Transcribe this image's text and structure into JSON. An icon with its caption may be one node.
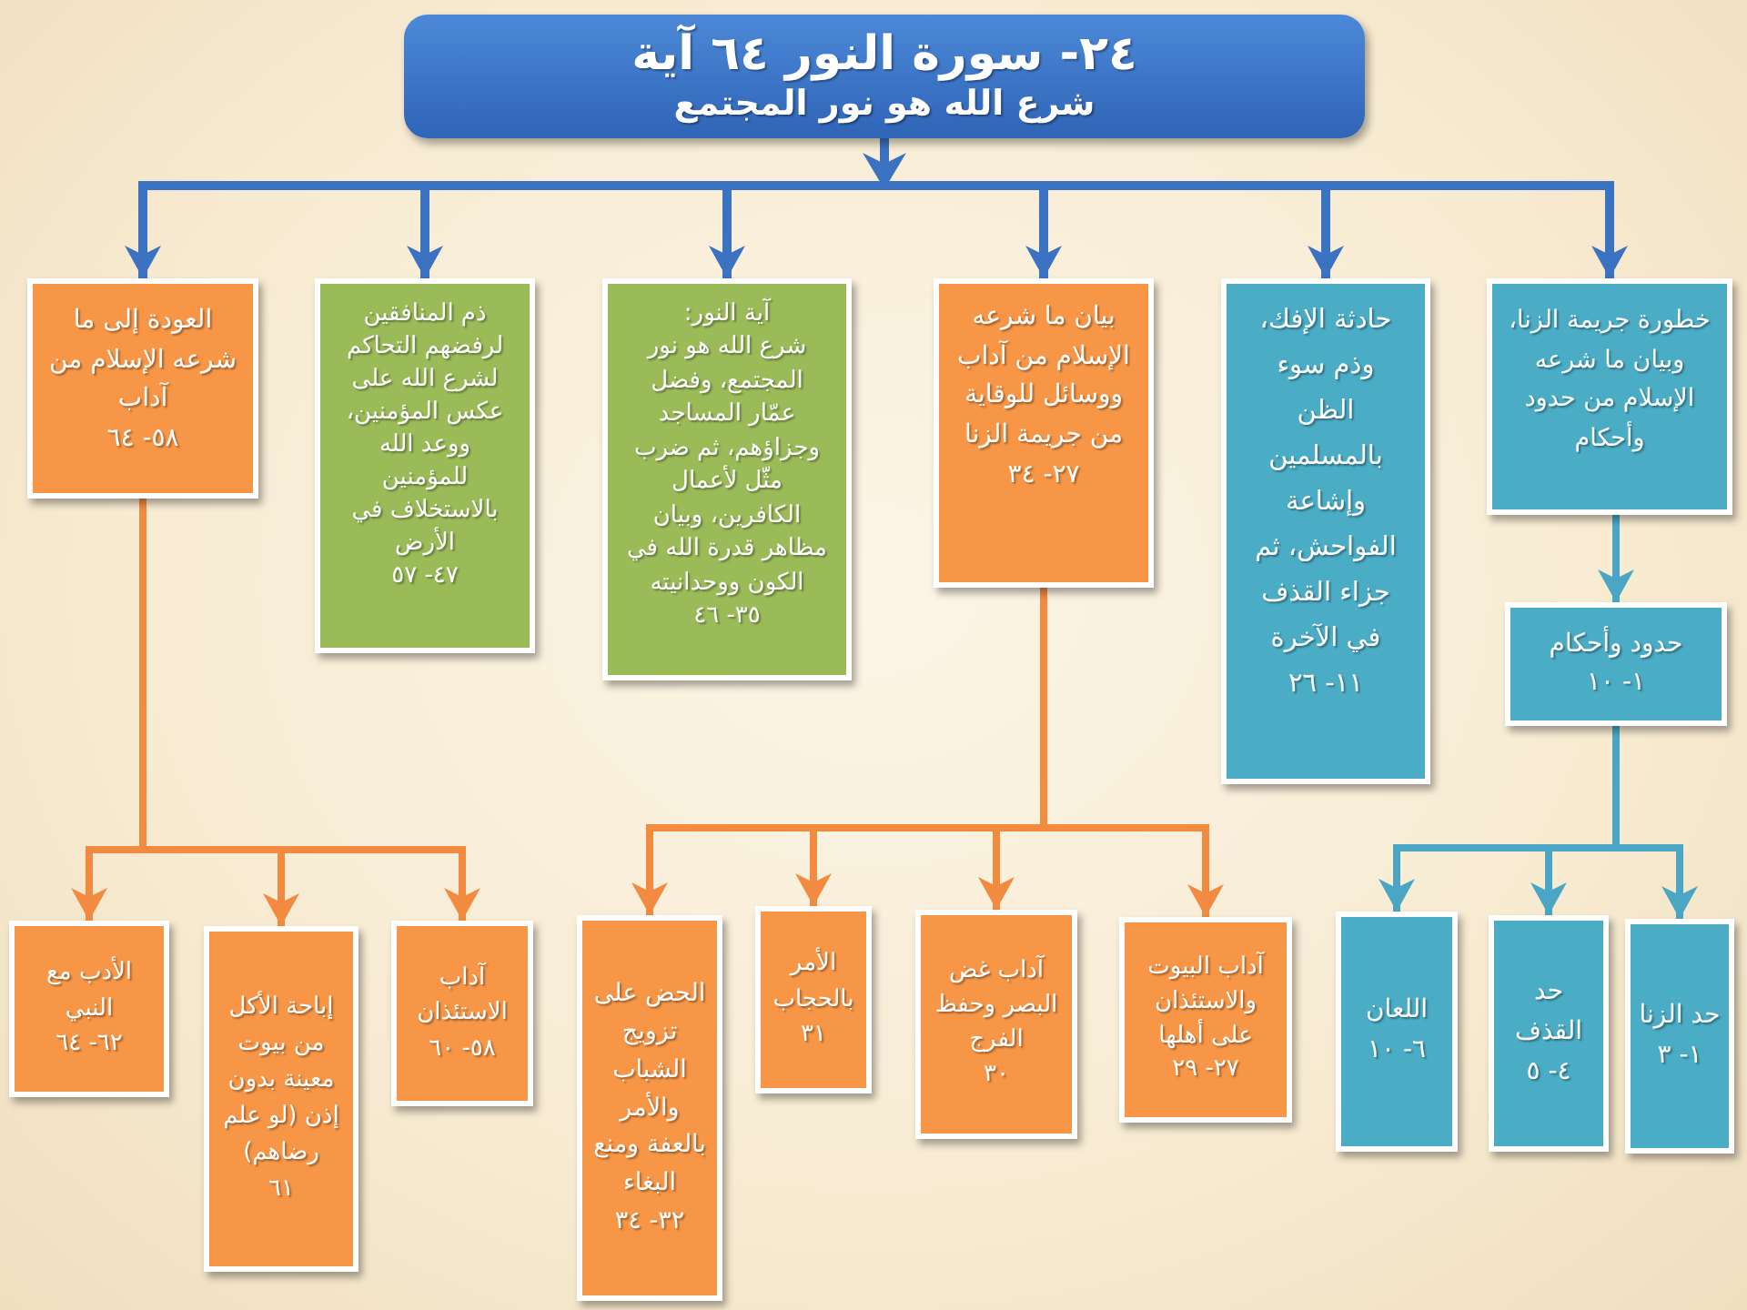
{
  "diagram": {
    "nodes": [
      {
        "text": [
          "٢٤- سورة النور ٦٤ آية",
          "شرع الله هو نور المجتمع"
        ]
      },
      {
        "text": [
          "خطورة جريمة الزنا، وبيان ما شرعه الإسلام من حدود وأحكام"
        ]
      },
      {
        "text": [
          "حادثة الإفك، وذم سوء الظن بالمسلمين وإشاعة الفواحش، ثم جزاء القذف في الآخرة",
          "١١- ٢٦"
        ]
      },
      {
        "text": [
          "بيان ما شرعه الإسلام من آداب ووسائل للوقاية من جريمة الزنا",
          "٢٧- ٣٤"
        ]
      },
      {
        "text": [
          "آية النور:",
          "شرع الله هو نور المجتمع، وفضل عمّار المساجد وجزاؤهم، ثم ضرب مثّل لأعمال الكافرين، وبيان مظاهر قدرة الله في الكون ووحدانيته",
          "٣٥- ٤٦"
        ]
      },
      {
        "text": [
          "ذم المنافقين لرفضهم التحاكم لشرع الله على عكس المؤمنين، ووعد الله للمؤمنين بالاستخلاف في الأرض",
          "٤٧- ٥٧"
        ]
      },
      {
        "text": [
          "العودة إلى ما شرعه الإسلام من آداب",
          "٥٨- ٦٤"
        ]
      },
      {
        "text": [
          "حدود وأحكام",
          "١- ١٠"
        ]
      },
      {
        "text": [
          "حد الزنا",
          "١- ٣"
        ]
      },
      {
        "text": [
          "حد القذف",
          "٤- ٥"
        ]
      },
      {
        "text": [
          "اللعان",
          "٦- ١٠"
        ]
      },
      {
        "text": [
          "آداب البيوت والاستئذان على أهلها",
          "٢٧- ٢٩"
        ]
      },
      {
        "text": [
          "آداب غض البصر وحفظ الفرج",
          "٣٠"
        ]
      },
      {
        "text": [
          "الأمر بالحجاب",
          "٣١"
        ]
      },
      {
        "text": [
          "الحض على تزويج الشباب والأمر بالعفة ومنع البغاء",
          "٣٢- ٣٤"
        ]
      },
      {
        "text": [
          "آداب الاستئذان",
          "٥٨- ٦٠"
        ]
      },
      {
        "text": [
          "إباحة الأكل من بيوت معينة بدون إذن (لو علم رضاهم)",
          "٦١"
        ]
      },
      {
        "text": [
          "الأدب مع النبي",
          "٦٢- ٦٤"
        ]
      }
    ],
    "edges": [
      {
        "from": 0,
        "to": 1,
        "arrow": "to",
        "color": "#3b73c2"
      },
      {
        "from": 0,
        "to": 2,
        "arrow": "to",
        "color": "#3b73c2"
      },
      {
        "from": 0,
        "to": 3,
        "arrow": "to",
        "color": "#3b73c2"
      },
      {
        "from": 0,
        "to": 4,
        "arrow": "to",
        "color": "#3b73c2"
      },
      {
        "from": 0,
        "to": 5,
        "arrow": "to",
        "color": "#3b73c2"
      },
      {
        "from": 0,
        "to": 6,
        "arrow": "to",
        "color": "#3b73c2"
      },
      {
        "from": 1,
        "to": 7,
        "arrow": "to",
        "color": "#4aa6c4"
      },
      {
        "from": 7,
        "to": 8,
        "arrow": "to",
        "color": "#4aa6c4"
      },
      {
        "from": 7,
        "to": 9,
        "arrow": "to",
        "color": "#4aa6c4"
      },
      {
        "from": 7,
        "to": 10,
        "arrow": "to",
        "color": "#4aa6c4"
      },
      {
        "from": 3,
        "to": 11,
        "arrow": "to"
      },
      {
        "from": 3,
        "to": 12,
        "arrow": "to"
      },
      {
        "from": 3,
        "to": 13,
        "arrow": "to"
      },
      {
        "from": 3,
        "to": 14,
        "arrow": "to"
      },
      {
        "from": 6,
        "to": 15,
        "arrow": "to"
      },
      {
        "from": 6,
        "to": 16,
        "arrow": "to"
      },
      {
        "from": 6,
        "to": 17,
        "arrow": "to"
      }
    ]
  }
}
